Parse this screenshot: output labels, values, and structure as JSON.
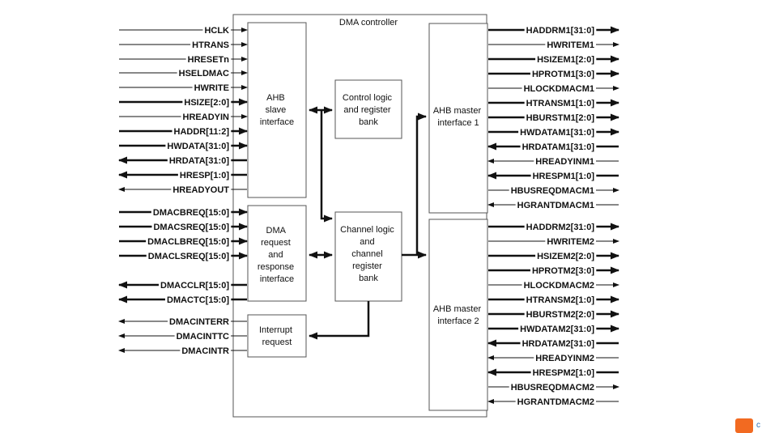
{
  "title": "DMA controller",
  "blocks": {
    "ahb_slave": [
      "AHB",
      "slave",
      "interface"
    ],
    "dma_request": [
      "DMA",
      "request",
      "and",
      "response",
      "interface"
    ],
    "interrupt": [
      "Interrupt",
      "request"
    ],
    "control_logic": [
      "Control logic",
      "and register",
      "bank"
    ],
    "channel_logic": [
      "Channel logic",
      "and",
      "channel",
      "register",
      "bank"
    ],
    "ahb_master1": [
      "AHB master",
      "interface 1"
    ],
    "ahb_master2": [
      "AHB master",
      "interface 2"
    ]
  },
  "left_signals": [
    {
      "label": "HCLK",
      "dir": "in",
      "bus": false
    },
    {
      "label": "HTRANS",
      "dir": "in",
      "bus": false
    },
    {
      "label": "HRESETn",
      "dir": "in",
      "bus": false
    },
    {
      "label": "HSELDMAC",
      "dir": "in",
      "bus": false
    },
    {
      "label": "HWRITE",
      "dir": "in",
      "bus": false
    },
    {
      "label": "HSIZE[2:0]",
      "dir": "in",
      "bus": true
    },
    {
      "label": "HREADYIN",
      "dir": "in",
      "bus": false
    },
    {
      "label": "HADDR[11:2]",
      "dir": "in",
      "bus": true
    },
    {
      "label": "HWDATA[31:0]",
      "dir": "in",
      "bus": true
    },
    {
      "label": "HRDATA[31:0]",
      "dir": "out",
      "bus": true
    },
    {
      "label": "HRESP[1:0]",
      "dir": "out",
      "bus": true
    },
    {
      "label": "HREADYOUT",
      "dir": "out",
      "bus": false
    },
    {
      "label": "DMACBREQ[15:0]",
      "dir": "in",
      "bus": true
    },
    {
      "label": "DMACSREQ[15:0]",
      "dir": "in",
      "bus": true
    },
    {
      "label": "DMACLBREQ[15:0]",
      "dir": "in",
      "bus": true
    },
    {
      "label": "DMACLSREQ[15:0]",
      "dir": "in",
      "bus": true
    },
    {
      "label": "DMACCLR[15:0]",
      "dir": "out",
      "bus": true
    },
    {
      "label": "DMACTC[15:0]",
      "dir": "out",
      "bus": true
    },
    {
      "label": "DMACINTERR",
      "dir": "out",
      "bus": false
    },
    {
      "label": "DMACINTTC",
      "dir": "out",
      "bus": false
    },
    {
      "label": "DMACINTR",
      "dir": "out",
      "bus": false
    }
  ],
  "right_signals": [
    {
      "label": "HADDRM1[31:0]",
      "dir": "out",
      "bus": true
    },
    {
      "label": "HWRITEM1",
      "dir": "out",
      "bus": false
    },
    {
      "label": "HSIZEM1[2:0]",
      "dir": "out",
      "bus": true
    },
    {
      "label": "HPROTM1[3:0]",
      "dir": "out",
      "bus": true
    },
    {
      "label": "HLOCKDMACM1",
      "dir": "out",
      "bus": false
    },
    {
      "label": "HTRANSM1[1:0]",
      "dir": "out",
      "bus": true
    },
    {
      "label": "HBURSTM1[2:0]",
      "dir": "out",
      "bus": true
    },
    {
      "label": "HWDATAM1[31:0]",
      "dir": "out",
      "bus": true
    },
    {
      "label": "HRDATAM1[31:0]",
      "dir": "in",
      "bus": true
    },
    {
      "label": "HREADYINM1",
      "dir": "in",
      "bus": false
    },
    {
      "label": "HRESPM1[1:0]",
      "dir": "in",
      "bus": true
    },
    {
      "label": "HBUSREQDMACM1",
      "dir": "out",
      "bus": false
    },
    {
      "label": "HGRANTDMACM1",
      "dir": "in",
      "bus": false
    },
    {
      "label": "HADDRM2[31:0]",
      "dir": "out",
      "bus": true
    },
    {
      "label": "HWRITEM2",
      "dir": "out",
      "bus": false
    },
    {
      "label": "HSIZEM2[2:0]",
      "dir": "out",
      "bus": true
    },
    {
      "label": "HPROTM2[3:0]",
      "dir": "out",
      "bus": true
    },
    {
      "label": "HLOCKDMACM2",
      "dir": "out",
      "bus": false
    },
    {
      "label": "HTRANSM2[1:0]",
      "dir": "out",
      "bus": true
    },
    {
      "label": "HBURSTM2[2:0]",
      "dir": "out",
      "bus": true
    },
    {
      "label": "HWDATAM2[31:0]",
      "dir": "out",
      "bus": true
    },
    {
      "label": "HRDATAM2[31:0]",
      "dir": "in",
      "bus": true
    },
    {
      "label": "HREADYINM2",
      "dir": "in",
      "bus": false
    },
    {
      "label": "HRESPM2[1:0]",
      "dir": "in",
      "bus": true
    },
    {
      "label": "HBUSREQDMACM2",
      "dir": "out",
      "bus": false
    },
    {
      "label": "HGRANTDMACM2",
      "dir": "in",
      "bus": false
    }
  ],
  "corner_badge": {
    "char": "c",
    "color": "#f26a21"
  }
}
